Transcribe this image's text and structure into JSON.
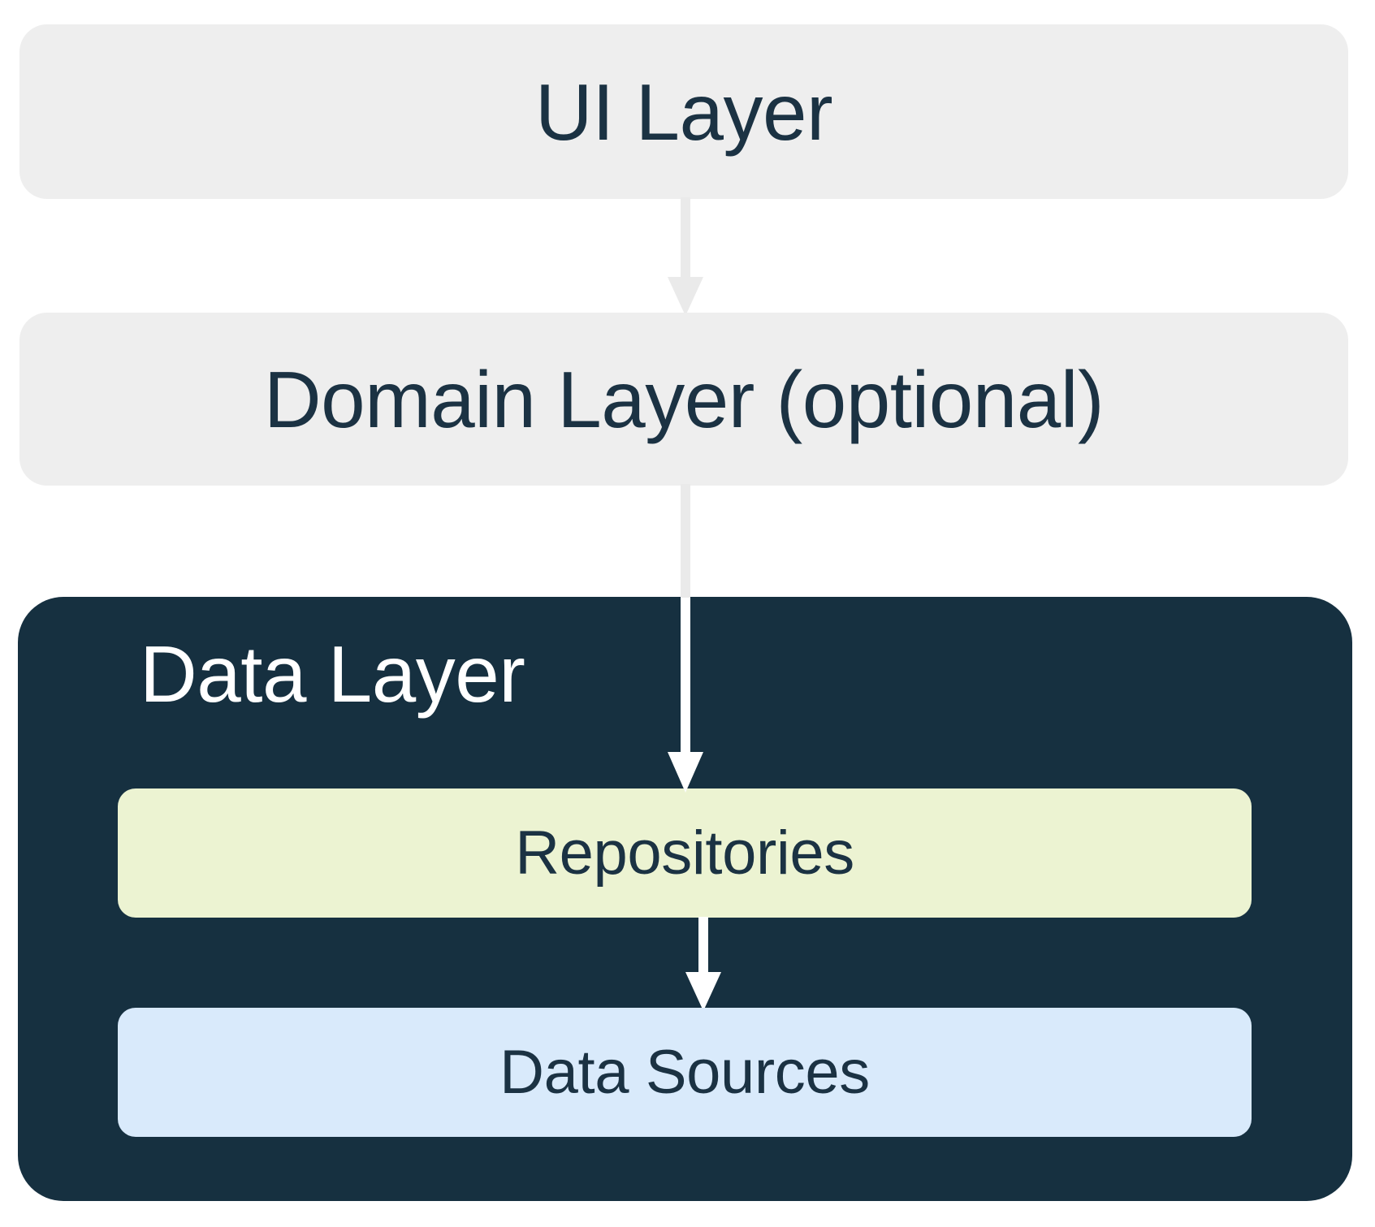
{
  "diagram": {
    "title": "Android app architecture layers",
    "type": "layered-architecture-flow",
    "background_color": "#FFFFFF",
    "layers": [
      {
        "id": "ui-layer",
        "label": "UI Layer",
        "background_color": "#EEEEEE",
        "text_color": "#1B3243"
      },
      {
        "id": "domain-layer",
        "label": "Domain Layer (optional)",
        "background_color": "#EEEEEE",
        "text_color": "#1B3243"
      },
      {
        "id": "data-layer",
        "label": "Data Layer",
        "background_color": "#163040",
        "text_color": "#FFFFFF",
        "children": [
          {
            "id": "repositories",
            "label": "Repositories",
            "background_color": "#ECF3D2",
            "text_color": "#1B3243"
          },
          {
            "id": "data-sources",
            "label": "Data Sources",
            "background_color": "#D9EAFB",
            "text_color": "#1B3243"
          }
        ]
      }
    ],
    "arrows": [
      {
        "id": "ui-to-domain",
        "from": "ui-layer",
        "to": "domain-layer",
        "color": "#EAEAEA",
        "direction": "down"
      },
      {
        "id": "domain-to-repositories",
        "from": "domain-layer",
        "to": "repositories",
        "color": "#FFFFFF",
        "direction": "down"
      },
      {
        "id": "repositories-to-data-sources",
        "from": "repositories",
        "to": "data-sources",
        "color": "#FFFFFF",
        "direction": "down"
      }
    ]
  }
}
